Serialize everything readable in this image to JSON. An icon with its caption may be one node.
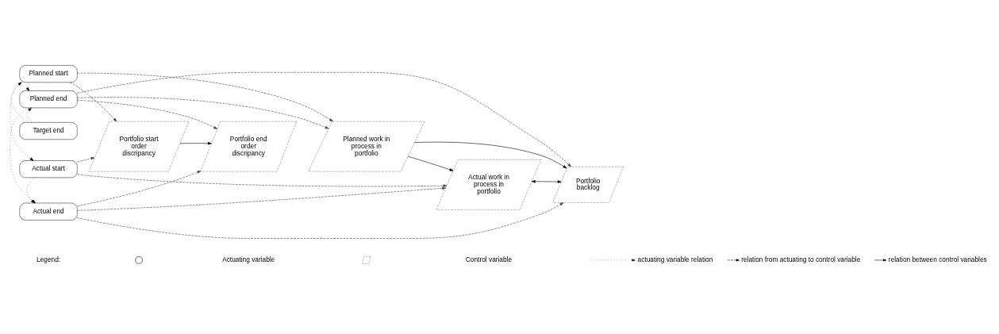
{
  "diagram": {
    "nodes": [
      {
        "text": [
          "Planned start"
        ]
      },
      {
        "text": [
          "Planned end"
        ]
      },
      {
        "text": [
          "Target end"
        ]
      },
      {
        "text": [
          "Actual start"
        ]
      },
      {
        "text": [
          "Actual end"
        ]
      },
      {
        "text": [
          "Portfolio start order discripancy"
        ]
      },
      {
        "text": [
          "Portfolio end order discripancy"
        ]
      },
      {
        "text": [
          "Planned work in process in portfolio"
        ]
      },
      {
        "text": [
          "Actual work in process in portfolio"
        ]
      },
      {
        "text": [
          "Portfolio backlog"
        ]
      }
    ],
    "edges": [
      {
        "from": 0,
        "to": 1,
        "arrow": "to",
        "style": "dashed"
      },
      {
        "from": 2,
        "to": 1,
        "arrow": "to",
        "style": "dashed"
      },
      {
        "from": 2,
        "to": 0,
        "arrow": "to",
        "style": "dashed"
      },
      {
        "from": 0,
        "to": 3,
        "arrow": "to",
        "style": "dashed"
      },
      {
        "from": 1,
        "to": 4,
        "arrow": "to",
        "style": "dashed"
      },
      {
        "from": 3,
        "to": 4,
        "arrow": "to",
        "style": "dashed"
      },
      {
        "from": 0,
        "to": 5,
        "arrow": "to",
        "style": "dashed"
      },
      {
        "from": 0,
        "to": 7,
        "arrow": "to",
        "style": "dashed"
      },
      {
        "from": 1,
        "to": 6,
        "arrow": "to",
        "style": "dashed"
      },
      {
        "from": 1,
        "to": 7,
        "arrow": "to",
        "style": "dashed"
      },
      {
        "from": 1,
        "to": 9,
        "arrow": "to",
        "style": "dashed"
      },
      {
        "from": 3,
        "to": 5,
        "arrow": "to",
        "style": "dashed"
      },
      {
        "from": 3,
        "to": 8,
        "arrow": "to",
        "style": "dashed"
      },
      {
        "from": 4,
        "to": 6,
        "arrow": "to",
        "style": "dashed"
      },
      {
        "from": 4,
        "to": 8,
        "arrow": "to",
        "style": "dashed"
      },
      {
        "from": 4,
        "to": 9,
        "arrow": "to",
        "style": "dashed"
      },
      {
        "from": 5,
        "to": 6,
        "arrow": "to"
      },
      {
        "from": 7,
        "to": 8,
        "arrow": "to"
      },
      {
        "from": 7,
        "to": 9,
        "arrow": "to"
      },
      {
        "from": 8,
        "to": 9,
        "arrow": "both"
      }
    ],
    "labels": [
      "Legend:"
    ],
    "legend": [
      {
        "text": "Actuating variable"
      },
      {
        "text": "Control variable"
      },
      {
        "text": "actuating variable relation"
      },
      {
        "text": "relation from actuating to control variable"
      },
      {
        "text": "relation between control variables"
      }
    ]
  }
}
